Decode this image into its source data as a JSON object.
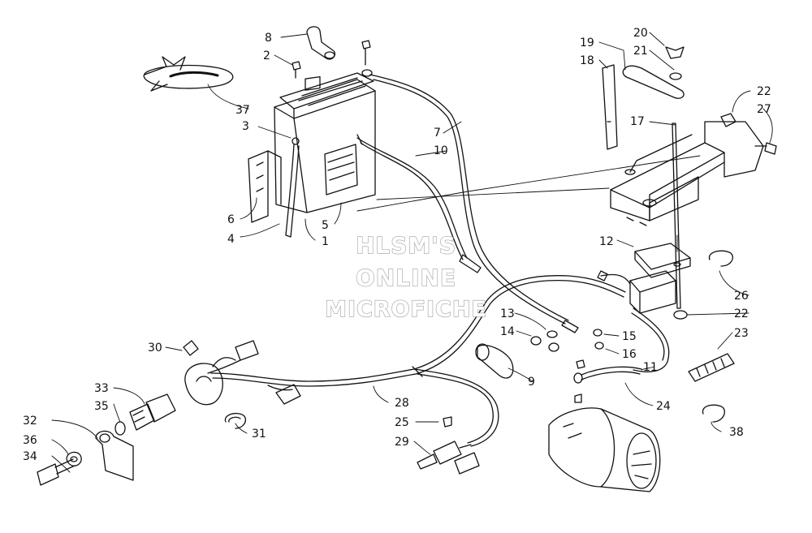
{
  "watermark": {
    "line1": "HLSM'S",
    "line2": "ONLINE",
    "line3": "MICROFICHE"
  },
  "callouts": [
    {
      "id": "c8",
      "num": "8"
    },
    {
      "id": "c2",
      "num": "2"
    },
    {
      "id": "c37",
      "num": "37"
    },
    {
      "id": "c3",
      "num": "3"
    },
    {
      "id": "c6",
      "num": "6"
    },
    {
      "id": "c4",
      "num": "4"
    },
    {
      "id": "c5",
      "num": "5"
    },
    {
      "id": "c1",
      "num": "1"
    },
    {
      "id": "c7",
      "num": "7"
    },
    {
      "id": "c10",
      "num": "10"
    },
    {
      "id": "c19",
      "num": "19"
    },
    {
      "id": "c18",
      "num": "18"
    },
    {
      "id": "c20",
      "num": "20"
    },
    {
      "id": "c21",
      "num": "21"
    },
    {
      "id": "c22a",
      "num": "22"
    },
    {
      "id": "c27",
      "num": "27"
    },
    {
      "id": "c17",
      "num": "17"
    },
    {
      "id": "c12",
      "num": "12"
    },
    {
      "id": "c26",
      "num": "26"
    },
    {
      "id": "c22b",
      "num": "22"
    },
    {
      "id": "c13",
      "num": "13"
    },
    {
      "id": "c14",
      "num": "14"
    },
    {
      "id": "c15",
      "num": "15"
    },
    {
      "id": "c16",
      "num": "16"
    },
    {
      "id": "c23",
      "num": "23"
    },
    {
      "id": "c30",
      "num": "30"
    },
    {
      "id": "c9",
      "num": "9"
    },
    {
      "id": "c11",
      "num": "11"
    },
    {
      "id": "c33",
      "num": "33"
    },
    {
      "id": "c28",
      "num": "28"
    },
    {
      "id": "c24",
      "num": "24"
    },
    {
      "id": "c35",
      "num": "35"
    },
    {
      "id": "c32",
      "num": "32"
    },
    {
      "id": "c31",
      "num": "31"
    },
    {
      "id": "c25",
      "num": "25"
    },
    {
      "id": "c38",
      "num": "38"
    },
    {
      "id": "c36",
      "num": "36"
    },
    {
      "id": "c29",
      "num": "29"
    },
    {
      "id": "c34",
      "num": "34"
    }
  ]
}
